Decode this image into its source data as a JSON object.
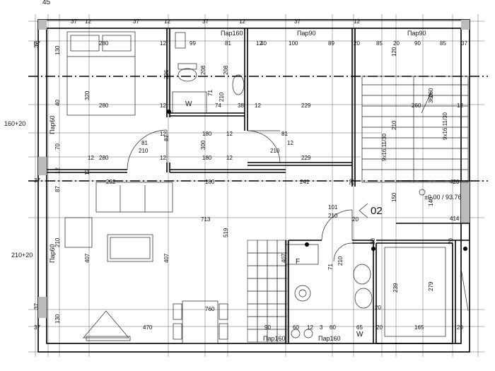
{
  "corner_label": "45",
  "level_mark": "±0.00 / 93.76",
  "room_number": "02",
  "side_left": [
    "160+20",
    "210+20"
  ],
  "openings": {
    "top": [
      "Пар160",
      "Пар90",
      "Пар90"
    ],
    "left": [
      "Пар60",
      "Пар60"
    ],
    "bottom": [
      "Пар160",
      "Пар160"
    ]
  },
  "stairs": [
    "9x16.11/30",
    "9x16.11/30"
  ],
  "fixtures": {
    "wardrobe": "W",
    "washer": "W",
    "fridge": "F"
  },
  "dimensions": {
    "top": [
      "37",
      "12",
      "37",
      "12",
      "37",
      "12",
      "37",
      "12"
    ],
    "row1": [
      "37",
      "280",
      "12",
      "99",
      "81",
      "12",
      "40",
      "100",
      "89",
      "20",
      "85",
      "20",
      "90",
      "85",
      "37"
    ],
    "row2": [
      "280",
      "12",
      "74",
      "38",
      "12",
      "229",
      "260",
      "12"
    ],
    "row3": [
      "12",
      "81",
      "210",
      "180",
      "12",
      "81",
      "210",
      "12"
    ],
    "row4": [
      "280",
      "12",
      "12",
      "180",
      "12",
      "229"
    ],
    "row5": [
      "37",
      "292",
      "180",
      "241",
      "420"
    ],
    "row6": [
      "713",
      "101",
      "210",
      "20",
      "414"
    ],
    "bottom": [
      "37",
      "470",
      "760",
      "90",
      "60",
      "12",
      "3",
      "60",
      "65",
      "20",
      "20",
      "165",
      "20"
    ],
    "vertical": [
      "130",
      "320",
      "40",
      "70",
      "12",
      "87",
      "210",
      "407",
      "407",
      "519",
      "236",
      "208",
      "208",
      "71",
      "210",
      "300",
      "81",
      "407",
      "71",
      "210",
      "150",
      "140",
      "120",
      "260",
      "210",
      "239",
      "279",
      "360",
      "130",
      "12",
      "37",
      "37",
      "20",
      "20",
      "20"
    ]
  }
}
